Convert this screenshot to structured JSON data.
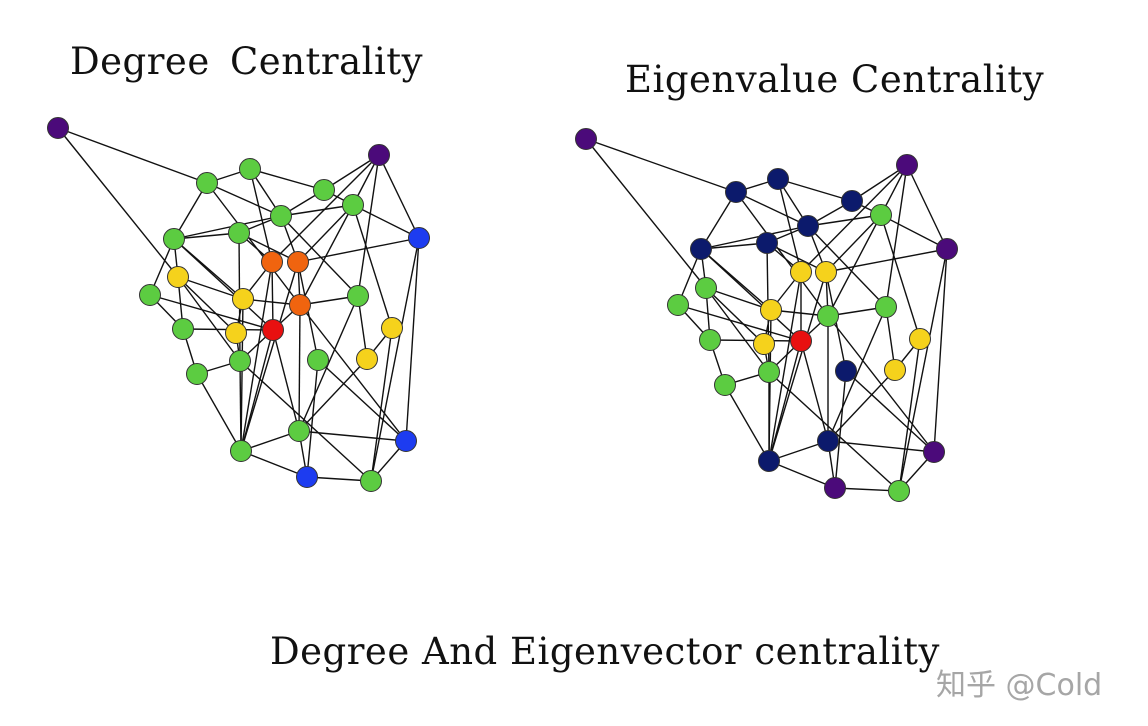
{
  "titles": {
    "left": "Degree  Centrality",
    "right": "Eigenvalue Centrality",
    "bottom": "Degree And Eigenvector centrality"
  },
  "watermark": "知乎 @Cold",
  "colors": {
    "purple": "#4b0a7a",
    "green": "#5ccc41",
    "yellow": "#f5d21c",
    "orange": "#f0640f",
    "red": "#e81010",
    "blue": "#1d3cf0",
    "navy": "#0c1a6c",
    "edge": "#111111"
  },
  "graphs": [
    {
      "name": "degree-centrality-graph",
      "node_colors": [
        "purple",
        "green",
        "green",
        "green",
        "purple",
        "green",
        "green",
        "green",
        "green",
        "blue",
        "orange",
        "orange",
        "yellow",
        "green",
        "yellow",
        "green",
        "orange",
        "green",
        "yellow",
        "red",
        "yellow",
        "green",
        "green",
        "yellow",
        "green",
        "green",
        "green",
        "blue",
        "green",
        "blue"
      ]
    },
    {
      "name": "eigenvalue-centrality-graph",
      "node_colors": [
        "purple",
        "navy",
        "navy",
        "navy",
        "purple",
        "navy",
        "navy",
        "navy",
        "green",
        "purple",
        "yellow",
        "yellow",
        "green",
        "green",
        "yellow",
        "green",
        "green",
        "green",
        "yellow",
        "red",
        "yellow",
        "green",
        "green",
        "yellow",
        "navy",
        "navy",
        "navy",
        "purple",
        "green",
        "purple"
      ]
    }
  ]
}
